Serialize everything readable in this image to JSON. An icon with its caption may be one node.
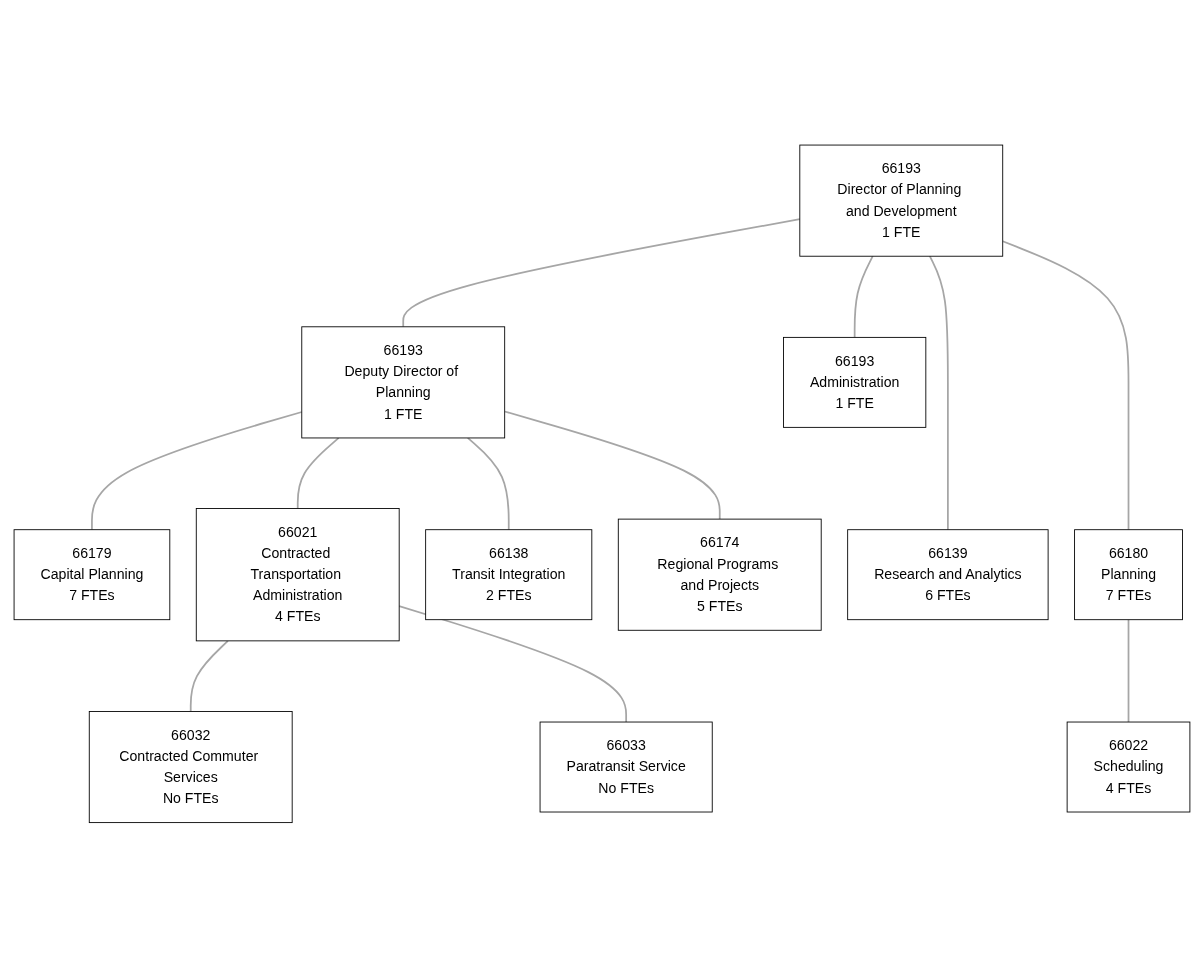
{
  "diagram": {
    "nodes": [
      {
        "text": [
          "66193",
          "Director of Planning and Development",
          "1 FTE"
        ]
      },
      {
        "text": [
          "66193",
          "Deputy Director of Planning",
          "1 FTE"
        ]
      },
      {
        "text": [
          "66193",
          "Administration",
          "1 FTE"
        ]
      },
      {
        "text": [
          "66179",
          "Capital Planning",
          "7 FTEs"
        ]
      },
      {
        "text": [
          "66021",
          "Contracted Transportation Administration",
          "4 FTEs"
        ]
      },
      {
        "text": [
          "66138",
          "Transit Integration",
          "2 FTEs"
        ]
      },
      {
        "text": [
          "66174",
          "Regional Programs and Projects",
          "5 FTEs"
        ]
      },
      {
        "text": [
          "66139",
          "Research and Analytics",
          "6 FTEs"
        ]
      },
      {
        "text": [
          "66180",
          "Planning",
          "7 FTEs"
        ]
      },
      {
        "text": [
          "66032",
          "Contracted Commuter Services",
          "No FTEs"
        ]
      },
      {
        "text": [
          "66033",
          "Paratransit Service",
          "No FTEs"
        ]
      },
      {
        "text": [
          "66022",
          "Scheduling",
          "4 FTEs"
        ]
      }
    ],
    "edges": [
      {
        "from": 0,
        "to": 1,
        "arrow": "none"
      },
      {
        "from": 0,
        "to": 2,
        "arrow": "none"
      },
      {
        "from": 0,
        "to": 7,
        "arrow": "none"
      },
      {
        "from": 0,
        "to": 8,
        "arrow": "none"
      },
      {
        "from": 1,
        "to": 3,
        "arrow": "none"
      },
      {
        "from": 1,
        "to": 4,
        "arrow": "none"
      },
      {
        "from": 1,
        "to": 5,
        "arrow": "none"
      },
      {
        "from": 1,
        "to": 6,
        "arrow": "none"
      },
      {
        "from": 4,
        "to": 9,
        "arrow": "none"
      },
      {
        "from": 4,
        "to": 10,
        "arrow": "none"
      },
      {
        "from": 8,
        "to": 11,
        "arrow": "none"
      }
    ]
  }
}
